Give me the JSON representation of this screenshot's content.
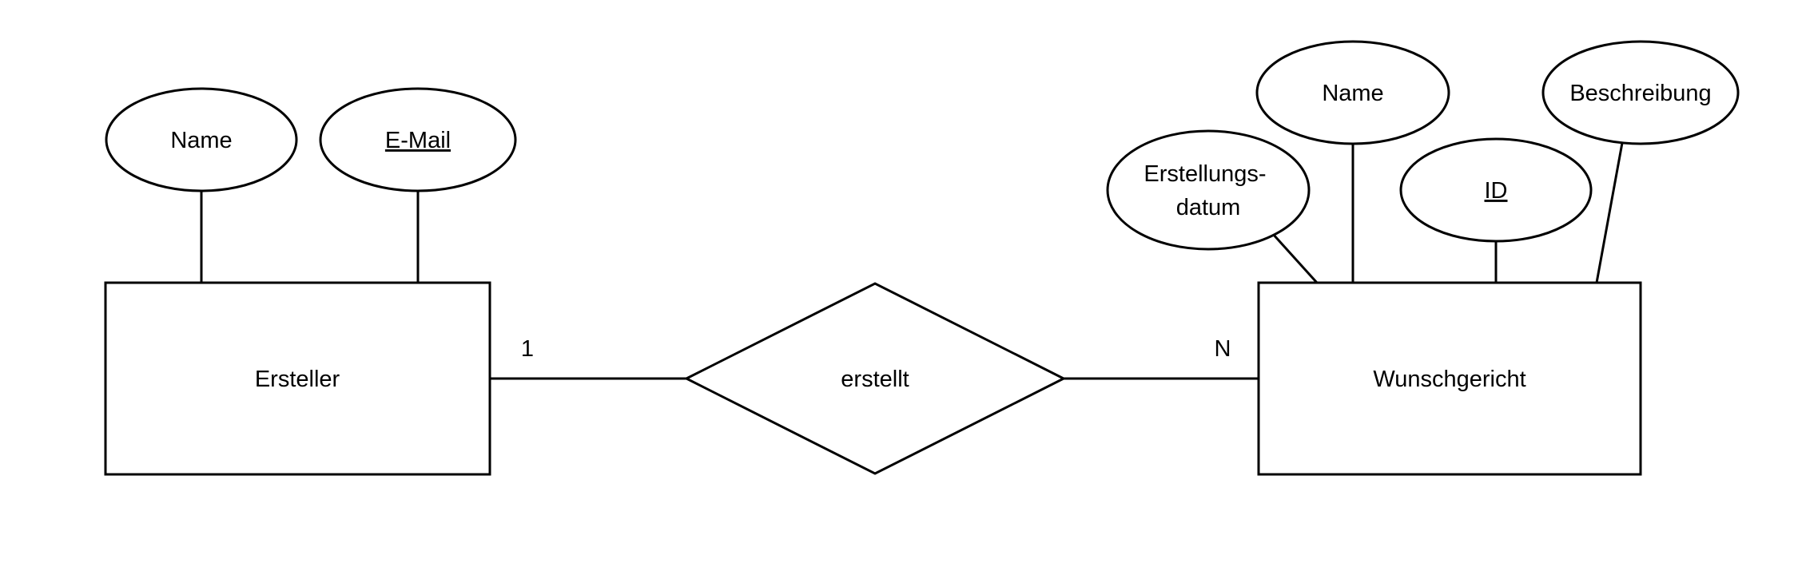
{
  "diagram": {
    "type": "entity-relationship",
    "left_entity": {
      "label": "Ersteller",
      "attributes": {
        "name": {
          "label": "Name",
          "is_key": false
        },
        "email": {
          "label": "E-Mail",
          "is_key": true
        }
      }
    },
    "relationship": {
      "label": "erstellt",
      "cardinality_left": "1",
      "cardinality_right": "N"
    },
    "right_entity": {
      "label": "Wunschgericht",
      "attributes": {
        "erstellungsdatum": {
          "label_line1": "Erstellungs-",
          "label_line2": "datum",
          "is_key": false
        },
        "name": {
          "label": "Name",
          "is_key": false
        },
        "id": {
          "label": "ID",
          "is_key": true
        },
        "beschreibung": {
          "label": "Beschreibung",
          "is_key": false
        }
      }
    },
    "colors": {
      "stroke": "#000000",
      "fill": "#ffffff",
      "text": "#000000"
    }
  }
}
